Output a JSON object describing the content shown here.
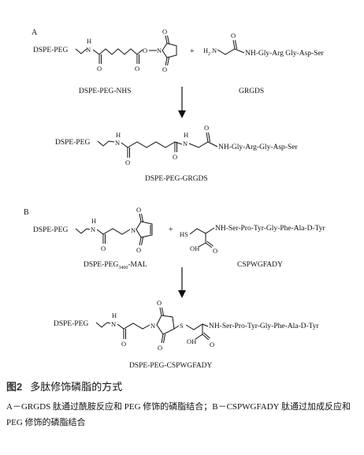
{
  "panel_a": {
    "label": "A",
    "reactant1": {
      "r": "DSPE-PEG",
      "nh": "N",
      "h": "H",
      "o": "O",
      "n": "N",
      "name": "DSPE-PEG-NHS"
    },
    "reactant2": {
      "plus": "+",
      "h2": "H",
      "sub2": "2",
      "n": "N",
      "o": "O",
      "chain": "NH-Gly-Arg Gly-Asp-Ser",
      "name": "GRGDS"
    },
    "product": {
      "r": "DSPE-PEG",
      "n": "N",
      "h": "H",
      "o": "O",
      "chain": "NH-Gly-Arg-Gly-Asp-Ser",
      "name": "DSPE-PEG-GRGDS"
    }
  },
  "panel_b": {
    "label": "B",
    "reactant1": {
      "r": "DSPE-PEG",
      "n": "N",
      "h": "H",
      "o": "O",
      "name_main": "DSPE-PEG",
      "name_sub": "3400",
      "name_tail": "-MAL"
    },
    "reactant2": {
      "plus": "+",
      "hs": "HS",
      "oh": "OH",
      "o": "O",
      "chain": "NH-Ser-Pro-Tyr-Gly-Phe-Ala-D-Tyr",
      "name": "CSPWGFADY"
    },
    "product": {
      "r": "DSPE-PEG",
      "n": "N",
      "h": "H",
      "o": "O",
      "s": "S",
      "oh": "OH",
      "chain": "NH-Ser-Pro-Tyr-Gly-Phe-Ala-D-Tyr",
      "name": "DSPE-PEG-CSPWGFADY"
    }
  },
  "caption": {
    "fig_no": "图2",
    "title": "多肽修饰磷脂的方式",
    "body": "A－GRGDS 肽通过酰胺反应和 PEG 修饰的磷脂结合；B－CSPWGFADY 肽通过加成反应和 PEG 修饰的磷脂结合"
  }
}
